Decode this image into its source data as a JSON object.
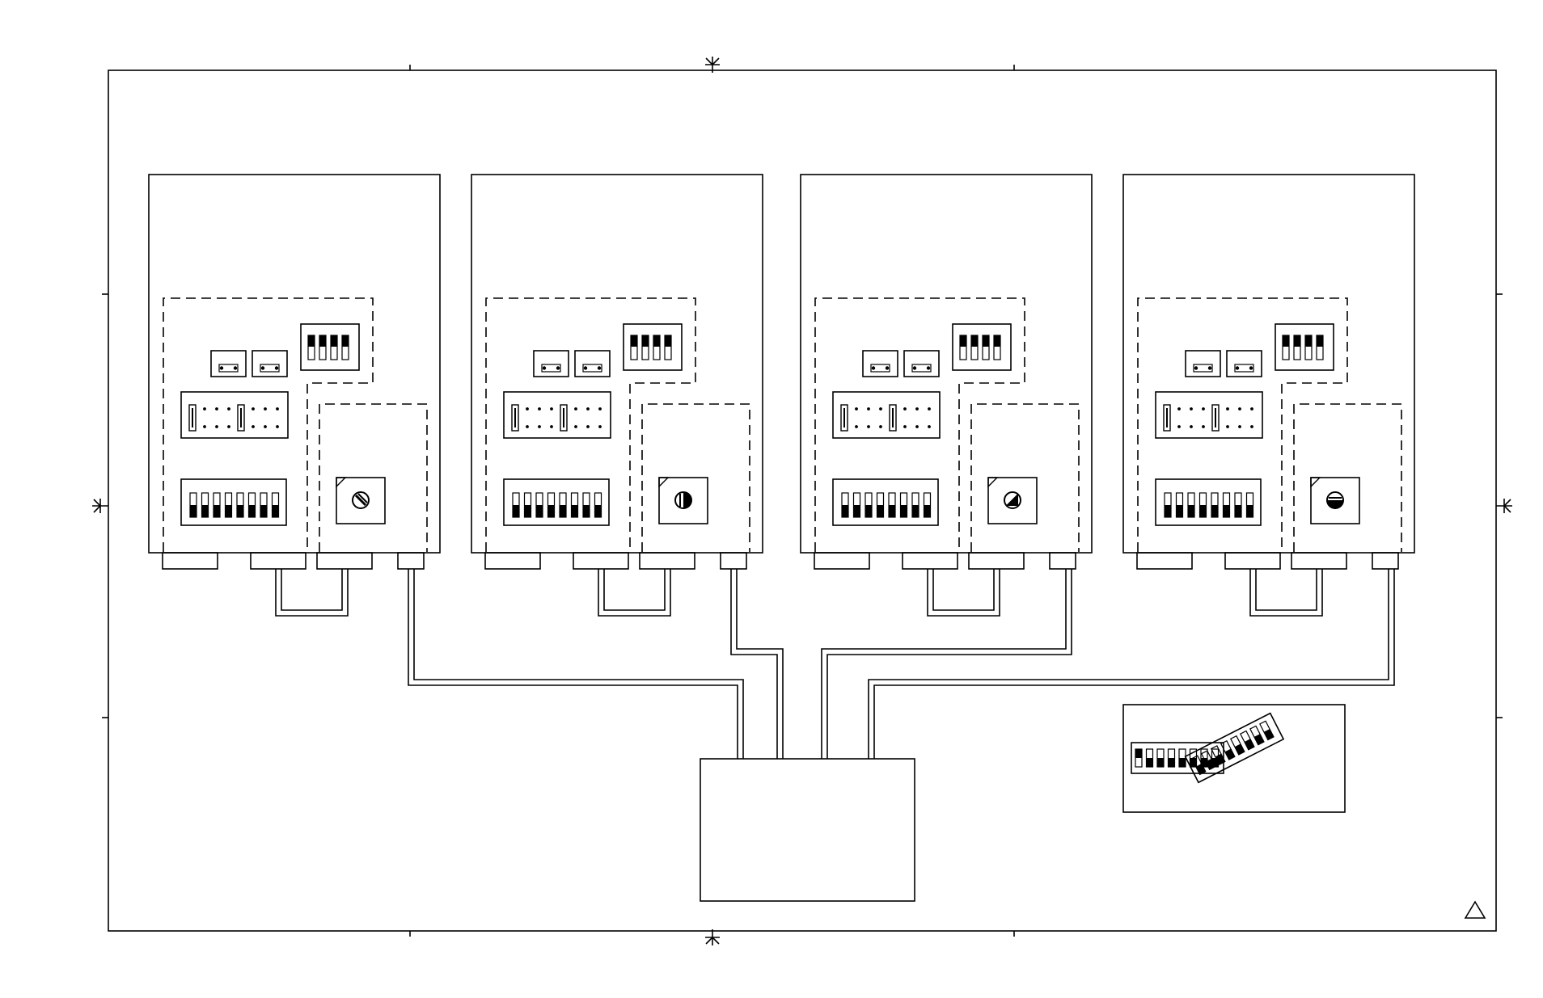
{
  "diagram": {
    "description_text": [],
    "stroke_color": "#000000",
    "background_color": "#ffffff",
    "modules": [
      {
        "id": "module-1",
        "rotary_switch": {
          "pointer_style": "diagonal-slash"
        },
        "dip4": [
          1,
          1,
          1,
          1
        ],
        "dip8": [
          1,
          1,
          1,
          1,
          1,
          1,
          1,
          1
        ],
        "jumper_header": {
          "jumper_columns": [
            0,
            4
          ]
        }
      },
      {
        "id": "module-2",
        "rotary_switch": {
          "pointer_style": "half-right"
        },
        "dip4": [
          1,
          1,
          1,
          1
        ],
        "dip8": [
          1,
          1,
          1,
          1,
          1,
          1,
          1,
          1
        ],
        "jumper_header": {
          "jumper_columns": [
            0,
            4
          ]
        }
      },
      {
        "id": "module-3",
        "rotary_switch": {
          "pointer_style": "diagonal-fill"
        },
        "dip4": [
          1,
          1,
          1,
          1
        ],
        "dip8": [
          1,
          1,
          1,
          1,
          1,
          1,
          1,
          1
        ],
        "jumper_header": {
          "jumper_columns": [
            0,
            4
          ]
        }
      },
      {
        "id": "module-4",
        "rotary_switch": {
          "pointer_style": "half-bottom"
        },
        "dip4": [
          1,
          1,
          1,
          1
        ],
        "dip8": [
          1,
          1,
          1,
          1,
          1,
          1,
          1,
          1
        ],
        "jumper_header": {
          "jumper_columns": [
            0,
            4
          ]
        }
      }
    ],
    "legend": {
      "flat_dip_states": [
        1,
        0,
        0,
        0,
        0,
        0,
        0,
        0
      ],
      "angled_dip_switch_count": 8
    },
    "symbols": {
      "corner_mark": "triangle-icon",
      "register_mark": "crosshair-icon"
    }
  }
}
